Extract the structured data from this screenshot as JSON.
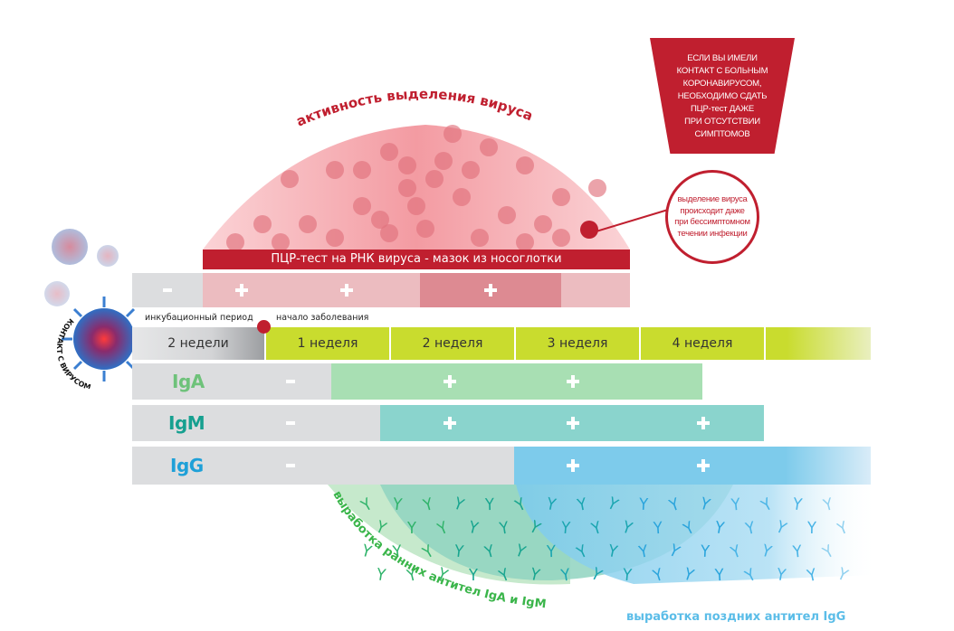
{
  "callout_box": {
    "lines": [
      "ЕСЛИ ВЫ ИМЕЛИ",
      "КОНТАКТ С БОЛЬНЫМ",
      "КОРОНАВИРУСОМ,",
      "НЕОБХОДИМО СДАТЬ",
      "ПЦР-тест ДАЖЕ",
      "ПРИ ОТСУТСТВИИ",
      "СИМПТОМОВ"
    ]
  },
  "callout_circle": {
    "lines": [
      "выделение вируса",
      "происходит даже",
      "при бессимптомном",
      "течении инфекции"
    ]
  },
  "dome": {
    "title": "активность выделения вируса",
    "color": "#f4a7ac",
    "accent": "#c01f2f"
  },
  "pcr": {
    "banner": "ПЦР-тест на РНК вируса - мазок из носоглотки",
    "cells": [
      {
        "sign": "-",
        "color": "#dcdddf"
      },
      {
        "sign": "+",
        "color": "#ecbcc0"
      },
      {
        "sign": "+",
        "color": "#ecbcc0"
      },
      {
        "sign": "+",
        "color": "#dd8a92"
      },
      {
        "sign": "",
        "color": "#ecbcc0"
      }
    ]
  },
  "contact_label": "КОНТАКТ С ВИРУСОМ",
  "timeline": {
    "incubation_label": "инкубационный период",
    "onset_label": "начало заболевания",
    "incubation_period": "2 недели",
    "weeks": [
      "1 неделя",
      "2 неделя",
      "3 неделя",
      "4 неделя",
      ""
    ],
    "week_color": "#c9dc2e"
  },
  "antibodies": [
    {
      "name": "IgA",
      "color": "#6ec27a",
      "fill": "#a8dfb3",
      "signs": [
        "-",
        "+",
        "+"
      ]
    },
    {
      "name": "IgM",
      "color": "#16a090",
      "fill": "#8ad4cd",
      "signs": [
        "-",
        "+",
        "+",
        "+"
      ]
    },
    {
      "name": "IgG",
      "color": "#1ea0d8",
      "fill": "#7dcbeb",
      "signs": [
        "-",
        "+",
        "+"
      ]
    }
  ],
  "production": {
    "early": "выработка ранних антител IgA и IgM",
    "late": "выработка поздних антител IgG",
    "early_color": "#3ab54a",
    "late_color": "#5bbde8"
  }
}
